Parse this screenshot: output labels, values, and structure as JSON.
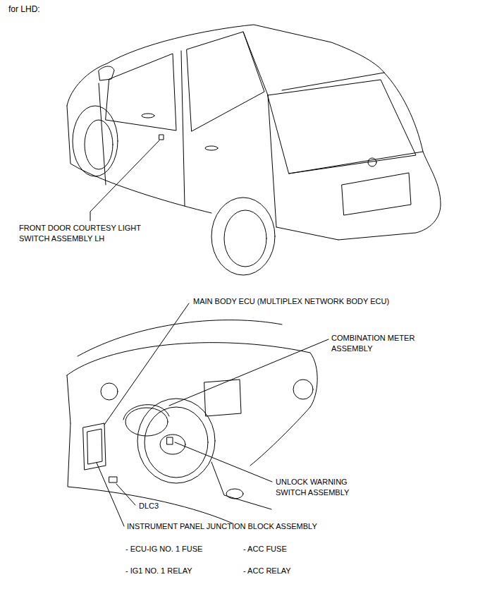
{
  "diagram": {
    "title": "for LHD:",
    "labels": [
      "FRONT DOOR COURTESY LIGHT SWITCH ASSEMBLY LH",
      "MAIN BODY ECU (MULTIPLEX NETWORK BODY ECU)",
      "COMBINATION METER ASSEMBLY",
      "UNLOCK WARNING SWITCH ASSEMBLY",
      "DLC3",
      "INSTRUMENT PANEL JUNCTION BLOCK ASSEMBLY",
      "- ECU-IG NO. 1 FUSE",
      "- ACC FUSE",
      "- IG1 NO. 1 RELAY",
      "- ACC RELAY"
    ]
  }
}
